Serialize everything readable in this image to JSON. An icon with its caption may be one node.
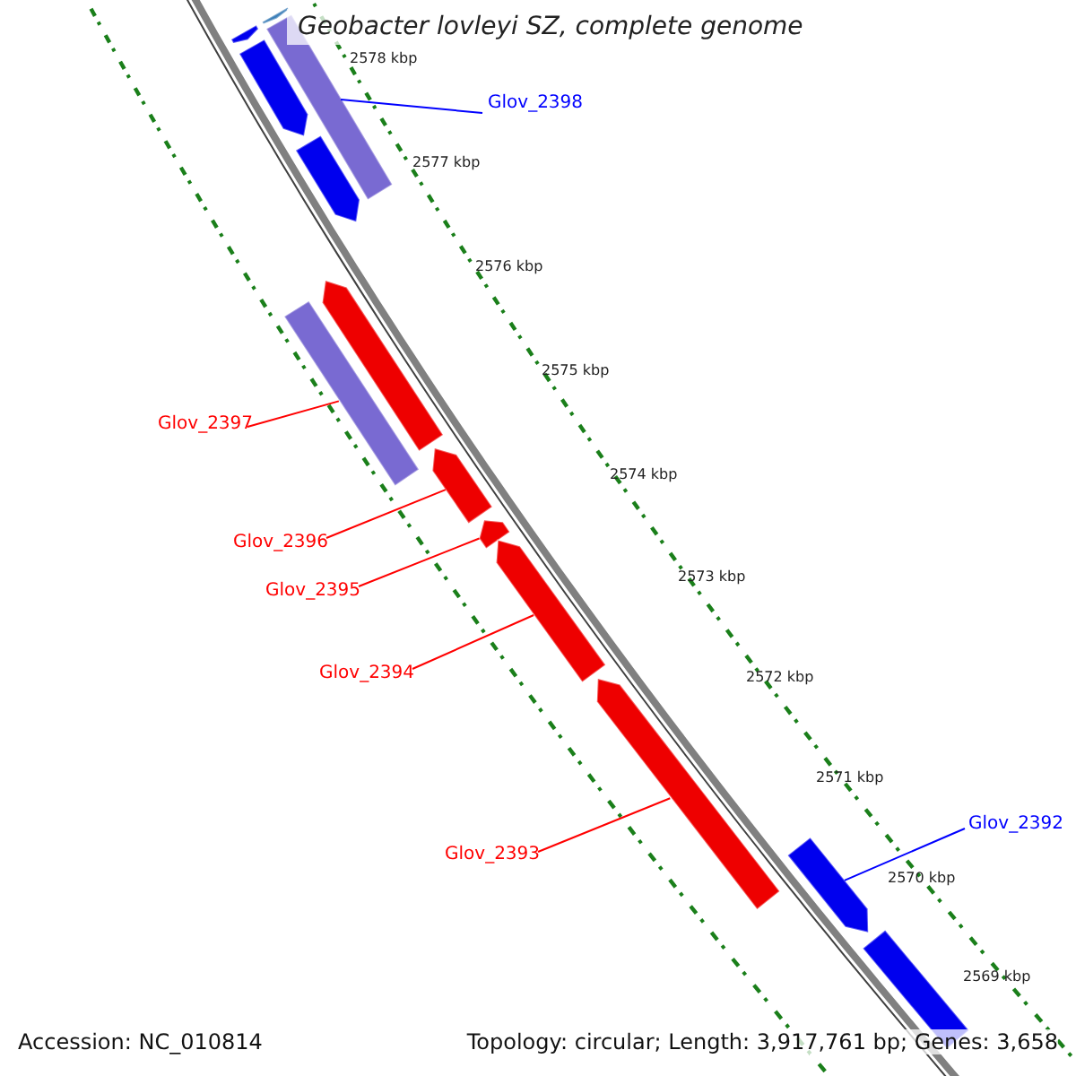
{
  "diagram": {
    "title": "Geobacter lovleyi SZ, complete genome",
    "nodes": [
      {
        "text": [],
        "shape": "arrow"
      },
      {
        "text": [],
        "shape": "arrow"
      },
      {
        "text": [],
        "shape": "arrow"
      },
      {
        "text": [],
        "shape": "arrow"
      },
      {
        "text": [],
        "shape": "bar"
      },
      {
        "text": [],
        "shape": "arrow"
      },
      {
        "text": [],
        "shape": "bar"
      },
      {
        "text": [],
        "shape": "arrow"
      },
      {
        "text": [],
        "shape": "arrow"
      },
      {
        "text": [],
        "shape": "arrow"
      },
      {
        "text": [],
        "shape": "arrow"
      },
      {
        "text": [],
        "shape": "arrow"
      },
      {
        "text": [],
        "shape": "arrow"
      },
      {
        "text": [
          "Glov_2398"
        ]
      },
      {
        "text": [
          "Glov_2397"
        ]
      },
      {
        "text": [
          "Glov_2396"
        ]
      },
      {
        "text": [
          "Glov_2395"
        ]
      },
      {
        "text": [
          "Glov_2394"
        ]
      },
      {
        "text": [
          "Glov_2393"
        ]
      },
      {
        "text": [
          "Glov_2392"
        ]
      }
    ],
    "edges": [
      {
        "from": 13,
        "to": 4,
        "arrow": "none",
        "color": "#0000ff"
      },
      {
        "from": 14,
        "to": 6,
        "arrow": "none"
      },
      {
        "from": 15,
        "to": 7,
        "arrow": "none"
      },
      {
        "from": 16,
        "to": 8,
        "arrow": "none"
      },
      {
        "from": 17,
        "to": 9,
        "arrow": "none"
      },
      {
        "from": 18,
        "to": 10,
        "arrow": "none"
      },
      {
        "from": 19,
        "to": 11,
        "arrow": "none",
        "color": "#0000ff"
      }
    ],
    "labels": [
      "2578 kbp",
      "2577 kbp",
      "2576 kbp",
      "2575 kbp",
      "2574 kbp",
      "2573 kbp",
      "2572 kbp",
      "2571 kbp",
      "2570 kbp",
      "2569 kbp",
      "Accession: NC_010814",
      "Topology: circular; Length: 3,917,761 bp; Genes: 3,658"
    ]
  }
}
